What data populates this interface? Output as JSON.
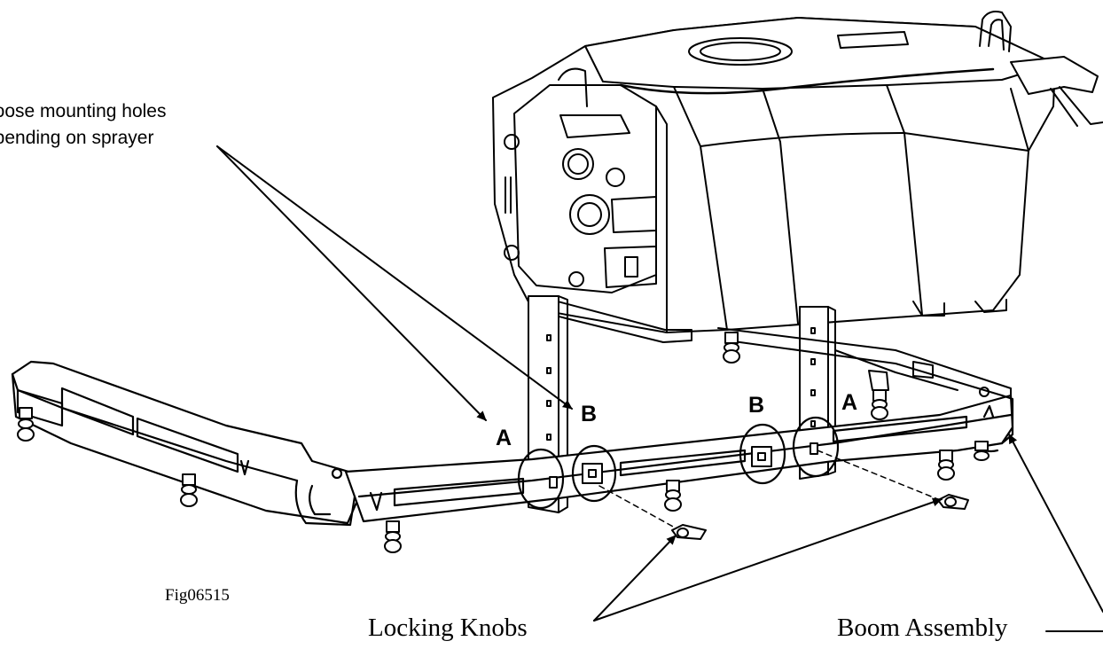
{
  "figure": {
    "callouts": {
      "mounting_line1": "hoose mounting holes",
      "mounting_line2": "epending on sprayer",
      "letter_a_left": "A",
      "letter_b_left": "B",
      "letter_b_right": "B",
      "letter_a_right": "A",
      "locking_knobs": "Locking Knobs",
      "boom_assembly": "Boom Assembly",
      "figure_id": "Fig06515"
    },
    "colors": {
      "line": "#000000",
      "background": "#ffffff",
      "fill_light": "#f4f4f4"
    },
    "icons": [
      "sprayer-tank",
      "boom-frame",
      "locking-knob",
      "nozzle"
    ]
  }
}
